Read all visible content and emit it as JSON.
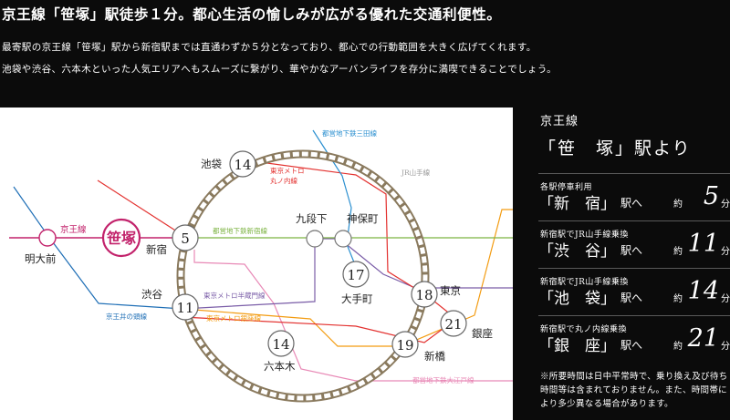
{
  "headline": "京王線「笹塚」駅徒歩１分。都心生活の愉しみが広がる優れた交通利便性。",
  "body": [
    "最寄駅の京王線「笹塚」駅から新宿駅までは直通わずか５分となっており、都心での行動範囲を大きく広げてくれます。",
    "池袋や渋谷、六本木といった人気エリアへもスムーズに繋がり、華やかなアーバンライフを存分に満喫できることでしょう。"
  ],
  "map": {
    "line_labels": {
      "mita": "都営地下鉄三田線",
      "yamanote": "JR山手線",
      "marunouchi_1": "東京メトロ",
      "marunouchi_2": "丸ノ内線",
      "shinjuku_line": "都営地下鉄新宿線",
      "keio": "京王線",
      "inokashira": "京王井の頭線",
      "hanzomon": "東京メトロ半蔵門線",
      "ginza": "東京メトロ銀座線",
      "oedo": "都営地下鉄大江戸線"
    },
    "stations": {
      "ikebukuro": "池袋",
      "sasazuka": "笹塚",
      "meidaimae": "明大前",
      "shinjuku": "新宿",
      "shibuya": "渋谷",
      "kudanshita": "九段下",
      "jimbocho": "神保町",
      "otemachi": "大手町",
      "tokyo": "東京",
      "ginza": "銀座",
      "shimbashi": "新橋",
      "roppongi": "六本木"
    },
    "minutes": {
      "ikebukuro": "14",
      "shinjuku": "5",
      "shibuya": "11",
      "otemachi": "17",
      "tokyo": "18",
      "ginza": "21",
      "shimbashi": "19",
      "roppongi": "14"
    },
    "colors": {
      "keio": "#c2226b",
      "inokashira": "#1f6fb6",
      "shinjuku_line": "#7cb342",
      "marunouchi": "#e3312f",
      "mita": "#2a8fd0",
      "hanzomon": "#7b5ea8",
      "ginza": "#f39c12",
      "oedo": "#e889b6",
      "yamanote_outer": "#8a7a5e",
      "yamanote_inner": "#ffffff"
    }
  },
  "side": {
    "line": "京王線",
    "station": "「笹　塚」駅より",
    "routes": [
      {
        "note": "各駅停車利用",
        "dest": "「新　宿」",
        "suffix": "駅へ",
        "approx": "約",
        "minutes": "5",
        "unit": "分"
      },
      {
        "note": "新宿駅でJR山手線乗換",
        "dest": "「渋　谷」",
        "suffix": "駅へ",
        "approx": "約",
        "minutes": "11",
        "unit": "分"
      },
      {
        "note": "新宿駅でJR山手線乗換",
        "dest": "「池　袋」",
        "suffix": "駅へ",
        "approx": "約",
        "minutes": "14",
        "unit": "分"
      },
      {
        "note": "新宿駅で丸ノ内線乗換",
        "dest": "「銀　座」",
        "suffix": "駅へ",
        "approx": "約",
        "minutes": "21",
        "unit": "分"
      }
    ],
    "footnote": "※所要時間は日中平常時で、乗り換え及び待ち時間等は含まれておりません。また、時間帯により多少異なる場合があります。"
  }
}
